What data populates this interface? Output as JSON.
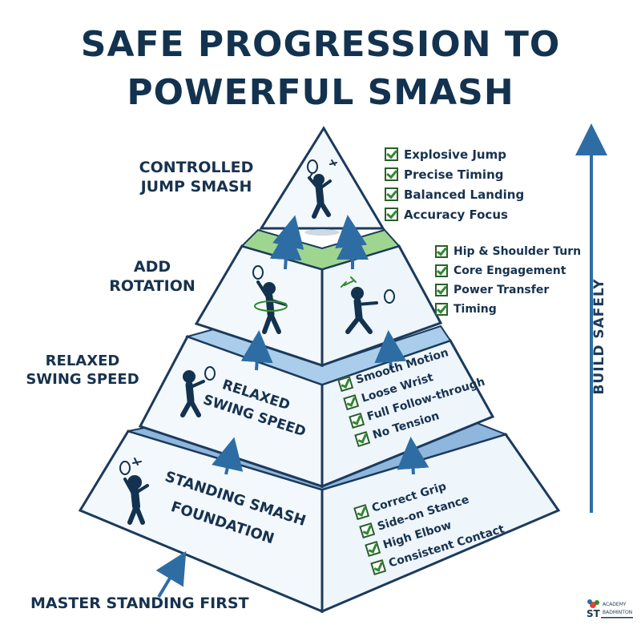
{
  "title": {
    "line1": "SAFE PROGRESSION TO",
    "line2": "POWERFUL SMASH"
  },
  "tiers": {
    "jump": {
      "label": [
        "CONTROLLED",
        "JUMP SMASH"
      ],
      "checks": [
        "Explosive Jump",
        "Precise Timing",
        "Balanced Landing",
        "Accuracy Focus"
      ]
    },
    "rotation": {
      "label": [
        "ADD",
        "ROTATION"
      ],
      "checks": [
        "Hip & Shoulder Turn",
        "Core Engagement",
        "Power Transfer",
        "Timing"
      ]
    },
    "relaxed": {
      "label": [
        "RELAXED",
        "SWING SPEED"
      ],
      "face_label": [
        "RELAXED",
        "SWING SPEED"
      ],
      "checks": [
        "Smooth Motion",
        "Loose Wrist",
        "Full Follow-through",
        "No Tension"
      ]
    },
    "standing": {
      "face_label": [
        "STANDING SMASH",
        "FOUNDATION"
      ],
      "checks": [
        "Correct Grip",
        "Side-on Stance",
        "High Elbow",
        "Consistent Contact"
      ]
    }
  },
  "bottom_label": "MASTER STANDING FIRST",
  "side_label": "BUILD SAFELY",
  "logo": {
    "line1": "ACADEMY",
    "line2": "ST",
    "line3": "BADMINTON"
  },
  "colors": {
    "navy": "#1b3a5c",
    "arrow": "#2e6da4",
    "green_band": "#9fd68f",
    "blue_band": "#a9cdea",
    "face": "#f3f8fc",
    "check": "#2f8a2f"
  }
}
